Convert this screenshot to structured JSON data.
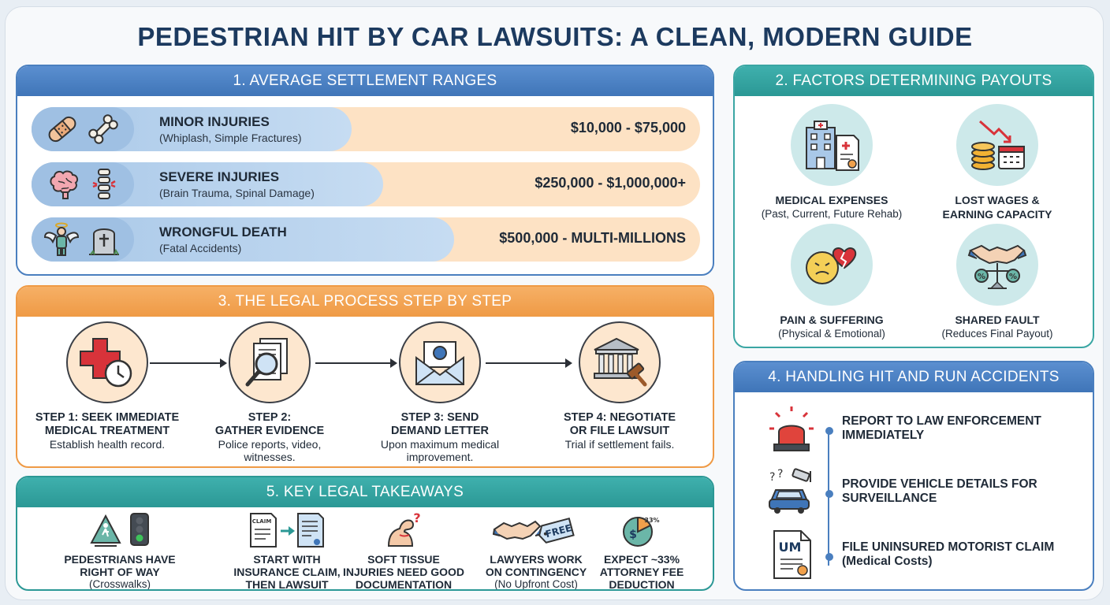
{
  "title": "PEDESTRIAN HIT BY CAR LAWSUITS: A CLEAN, MODERN GUIDE",
  "colors": {
    "blue": "#4a7fbf",
    "teal": "#2b9895",
    "orange": "#ef9a45",
    "peach": "#fde2c4"
  },
  "settlements": {
    "heading": "1. AVERAGE SETTLEMENT RANGES",
    "rows": [
      {
        "name": "MINOR INJURIES",
        "sub": "(Whiplash, Simple Fractures)",
        "amount": "$10,000 - $75,000",
        "icons": [
          "bandage-icon",
          "bone-icon"
        ]
      },
      {
        "name": "SEVERE INJURIES",
        "sub": "(Brain Trauma, Spinal Damage)",
        "amount": "$250,000 - $1,000,000+",
        "icons": [
          "brain-icon",
          "spine-icon"
        ]
      },
      {
        "name": "WRONGFUL DEATH",
        "sub": "(Fatal Accidents)",
        "amount": "$500,000 - MULTI-MILLIONS",
        "icons": [
          "angel-icon",
          "gravestone-icon"
        ]
      }
    ]
  },
  "factors": {
    "heading": "2. FACTORS DETERMINING PAYOUTS",
    "items": [
      {
        "title": "MEDICAL EXPENSES",
        "sub": "(Past, Current, Future Rehab)",
        "icon": "hospital-icon"
      },
      {
        "title": "LOST WAGES &",
        "sub": "EARNING CAPACITY",
        "icon": "coins-calendar-icon"
      },
      {
        "title": "PAIN & SUFFERING",
        "sub": "(Physical & Emotional)",
        "icon": "broken-heart-icon"
      },
      {
        "title": "SHARED FAULT",
        "sub": "(Reduces Final Payout)",
        "icon": "handshake-scale-icon"
      }
    ]
  },
  "process": {
    "heading": "3. THE LEGAL PROCESS STEP BY STEP",
    "steps": [
      {
        "title1": "STEP 1: SEEK IMMEDIATE",
        "title2": "MEDICAL TREATMENT",
        "sub1": "Establish health record.",
        "sub2": "",
        "icon": "medical-clock-icon"
      },
      {
        "title1": "STEP 2:",
        "title2": "GATHER EVIDENCE",
        "sub1": "Police reports, video,",
        "sub2": "witnesses.",
        "icon": "magnifier-document-icon"
      },
      {
        "title1": "STEP 3: SEND",
        "title2": "DEMAND LETTER",
        "sub1": "Upon maximum medical",
        "sub2": "improvement.",
        "icon": "envelope-seal-icon"
      },
      {
        "title1": "STEP 4: NEGOTIATE",
        "title2": "OR FILE LAWSUIT",
        "sub1": "Trial if settlement fails.",
        "sub2": "",
        "icon": "courthouse-gavel-icon"
      }
    ]
  },
  "hitrun": {
    "heading": "4. HANDLING HIT AND RUN ACCIDENTS",
    "items": [
      {
        "line1": "REPORT TO LAW ENFORCEMENT",
        "line2": "IMMEDIATELY",
        "icon": "siren-icon"
      },
      {
        "line1": "PROVIDE VEHICLE DETAILS FOR",
        "line2": "SURVEILLANCE",
        "icon": "car-camera-icon"
      },
      {
        "line1": "FILE UNINSURED MOTORIST CLAIM",
        "line2": "(Medical Costs)",
        "icon": "um-document-icon",
        "badge": "UM"
      }
    ]
  },
  "takeaways": {
    "heading": "5. KEY LEGAL TAKEAWAYS",
    "items": [
      {
        "l1": "PEDESTRIANS HAVE",
        "l2": "RIGHT OF WAY",
        "l3": "(Crosswalks)",
        "icon": "crosswalk-traffic-light-icon"
      },
      {
        "l1": "START WITH",
        "l2": "INSURANCE CLAIM,",
        "l3": "THEN LAWSUIT",
        "icon": "claim-to-lawsuit-icon",
        "label": "CLAIM"
      },
      {
        "l1": "SOFT TISSUE",
        "l2": "INJURIES NEED GOOD",
        "l3": "DOCUMENTATION",
        "icon": "sore-arm-icon"
      },
      {
        "l1": "LAWYERS WORK",
        "l2": "ON CONTINGENCY",
        "l3": "(No Upfront Cost)",
        "icon": "handshake-free-tag-icon",
        "tag": "FREE"
      },
      {
        "l1": "EXPECT ~33%",
        "l2": "ATTORNEY FEE",
        "l3": "DEDUCTION",
        "icon": "pie-fee-icon",
        "badge": "33%"
      }
    ]
  }
}
